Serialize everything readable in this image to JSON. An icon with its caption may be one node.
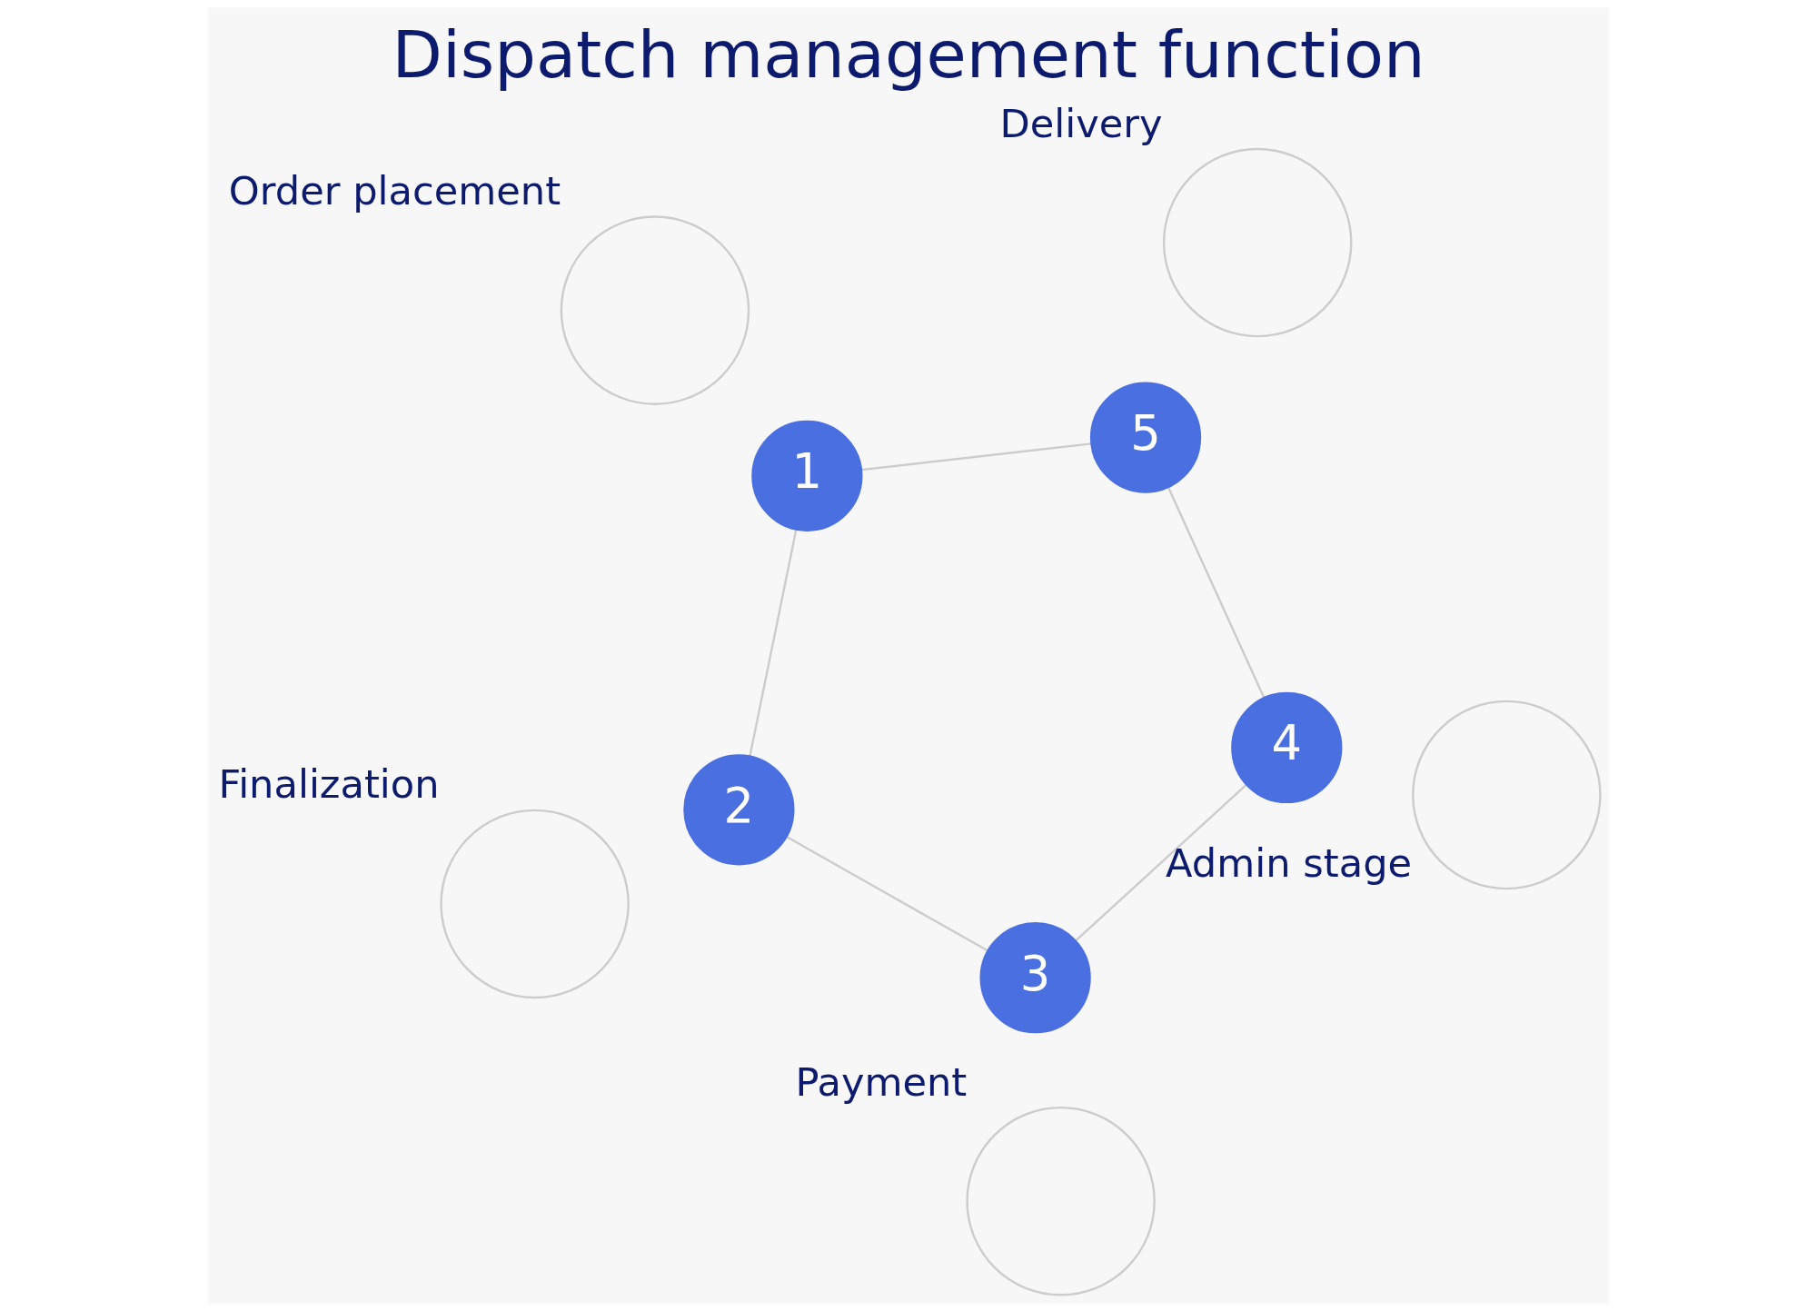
{
  "diagram": {
    "title": "Dispatch management function",
    "nodes": [
      {
        "text": [
          "1"
        ]
      },
      {
        "text": [
          "2"
        ]
      },
      {
        "text": [
          "3"
        ]
      },
      {
        "text": [
          "4"
        ]
      },
      {
        "text": [
          "5"
        ]
      },
      {
        "text": [],
        "shape": "circle",
        "beside": [
          "Order placement"
        ]
      },
      {
        "text": [],
        "shape": "circle",
        "beside": [
          "Finalization"
        ]
      },
      {
        "text": [],
        "shape": "circle",
        "beside": [
          "Payment"
        ]
      },
      {
        "text": [],
        "shape": "circle",
        "beside": [
          "Admin stage"
        ]
      },
      {
        "text": [],
        "shape": "circle",
        "beside": [
          "Delivery"
        ]
      }
    ],
    "edges": [
      {
        "from": 0,
        "to": 1,
        "arrow": "none"
      },
      {
        "from": 1,
        "to": 2,
        "arrow": "none"
      },
      {
        "from": 2,
        "to": 3,
        "arrow": "none"
      },
      {
        "from": 3,
        "to": 4,
        "arrow": "none"
      },
      {
        "from": 4,
        "to": 0,
        "arrow": "none"
      }
    ]
  }
}
